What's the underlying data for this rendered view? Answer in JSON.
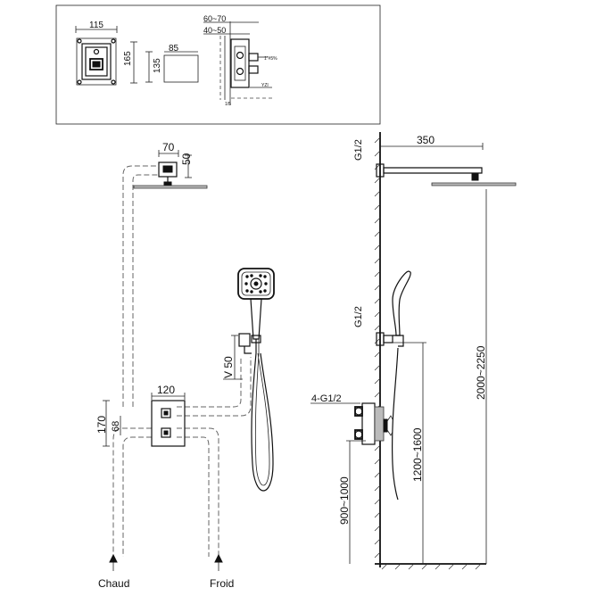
{
  "inset": {
    "dims": {
      "w115": "115",
      "h165": "165",
      "w85": "85",
      "h135": "135",
      "range_60_70": "60~70",
      "range_40_50": "40~50",
      "note_1": "1\"#5%",
      "note_2": "YZI",
      "note_3": "1/5"
    }
  },
  "front": {
    "dims": {
      "d70": "70",
      "d50": "50",
      "d120": "120",
      "d170": "170",
      "d68": "68",
      "v50": "V 50"
    },
    "labels": {
      "hot": "Chaud",
      "cold": "Froid"
    }
  },
  "side": {
    "dims": {
      "d350": "350",
      "g_top": "G1/2",
      "g_mid": "G1/2",
      "g_valve": "4-G1/2",
      "h_arm": "2000~2250",
      "h_holder": "1200~1600",
      "h_valve": "900~1000"
    }
  }
}
